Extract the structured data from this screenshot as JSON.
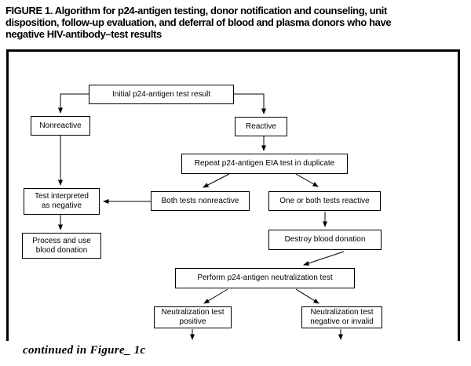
{
  "figure": {
    "title": "FIGURE 1. Algorithm for p24-antigen testing, donor notification and counseling, unit\ndisposition, follow-up evaluation, and deferral of blood and plasma donors who have\nnegative HIV-antibody–test results",
    "continued_note": "continued in Figure_ 1c"
  },
  "flowchart": {
    "nodes": [
      {
        "id": "initial-test-result",
        "label": "Initial p24-antigen test result"
      },
      {
        "id": "nonreactive",
        "label": "Nonreactive"
      },
      {
        "id": "reactive",
        "label": "Reactive"
      },
      {
        "id": "repeat-eia-duplicate",
        "label": "Repeat p24-antigen EIA test in duplicate"
      },
      {
        "id": "test-interpreted-negative",
        "label": "Test interpreted\nas negative"
      },
      {
        "id": "both-tests-nonreactive",
        "label": "Both tests nonreactive"
      },
      {
        "id": "one-or-both-tests-reactive",
        "label": "One or both tests reactive"
      },
      {
        "id": "process-use-blood-donation",
        "label": "Process and use\nblood donation"
      },
      {
        "id": "destroy-blood-donation",
        "label": "Destroy blood donation"
      },
      {
        "id": "perform-neutralization-test",
        "label": "Perform p24-antigen neutralization test"
      },
      {
        "id": "neutralization-test-positive",
        "label": "Neutralization test\npositive"
      },
      {
        "id": "neutralization-test-negative",
        "label": "Neutralization test\nnegative or invalid"
      }
    ],
    "edges": [
      {
        "from": "initial-test-result",
        "to": "nonreactive"
      },
      {
        "from": "initial-test-result",
        "to": "reactive"
      },
      {
        "from": "nonreactive",
        "to": "test-interpreted-negative"
      },
      {
        "from": "reactive",
        "to": "repeat-eia-duplicate"
      },
      {
        "from": "repeat-eia-duplicate",
        "to": "both-tests-nonreactive"
      },
      {
        "from": "repeat-eia-duplicate",
        "to": "one-or-both-tests-reactive"
      },
      {
        "from": "both-tests-nonreactive",
        "to": "test-interpreted-negative"
      },
      {
        "from": "test-interpreted-negative",
        "to": "process-use-blood-donation"
      },
      {
        "from": "one-or-both-tests-reactive",
        "to": "destroy-blood-donation"
      },
      {
        "from": "destroy-blood-donation",
        "to": "perform-neutralization-test"
      },
      {
        "from": "perform-neutralization-test",
        "to": "neutralization-test-positive"
      },
      {
        "from": "perform-neutralization-test",
        "to": "neutralization-test-negative"
      },
      {
        "from": "neutralization-test-positive",
        "to": "continued-figure-1c"
      },
      {
        "from": "neutralization-test-negative",
        "to": "continued-figure-1c"
      }
    ]
  },
  "colors": {
    "ink": "#000000",
    "background": "#ffffff"
  }
}
